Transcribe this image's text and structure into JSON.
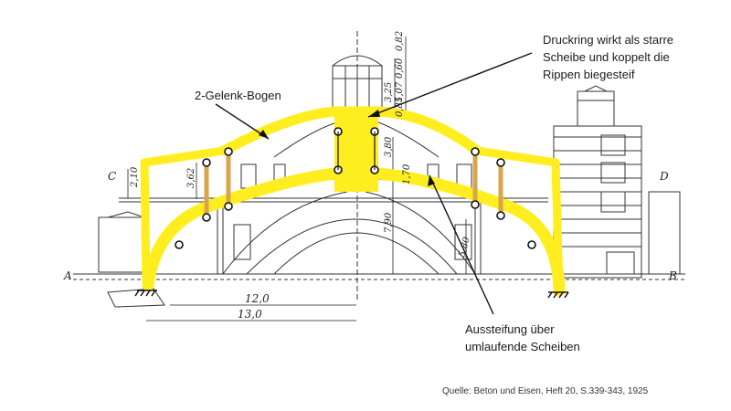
{
  "annotations": {
    "druckring": "Druckring wirkt als starre\nScheibe und koppelt die\nRippen biegesteif",
    "gelenk_bogen": "2-Gelenk-Bogen",
    "aussteifung": "Aussteifung über\numlaufende Scheiben",
    "source": "Quelle: Beton und Eisen, Heft 20, S.339-343, 1925"
  },
  "drawing": {
    "section_letters": [
      "A",
      "B",
      "C",
      "D"
    ],
    "dimensions": {
      "span_inner": "12,0",
      "span_outer": "13,0",
      "h_left_1": "2,10",
      "h_left_2": "3,62",
      "h_center_1": "3,25",
      "h_center_2": "3,80",
      "h_center_3": "1,70",
      "h_center_4": "7,90",
      "h_right_1": "5,80",
      "h_top_1": "0,82",
      "h_top_2": "0,60",
      "h_top_3": "1,07",
      "h_top_4": "0,85"
    }
  },
  "colors": {
    "highlight": "#ffee1f",
    "secondary_member": "#d9a54a",
    "ink": "#333333",
    "annotation_line": "#111111"
  }
}
